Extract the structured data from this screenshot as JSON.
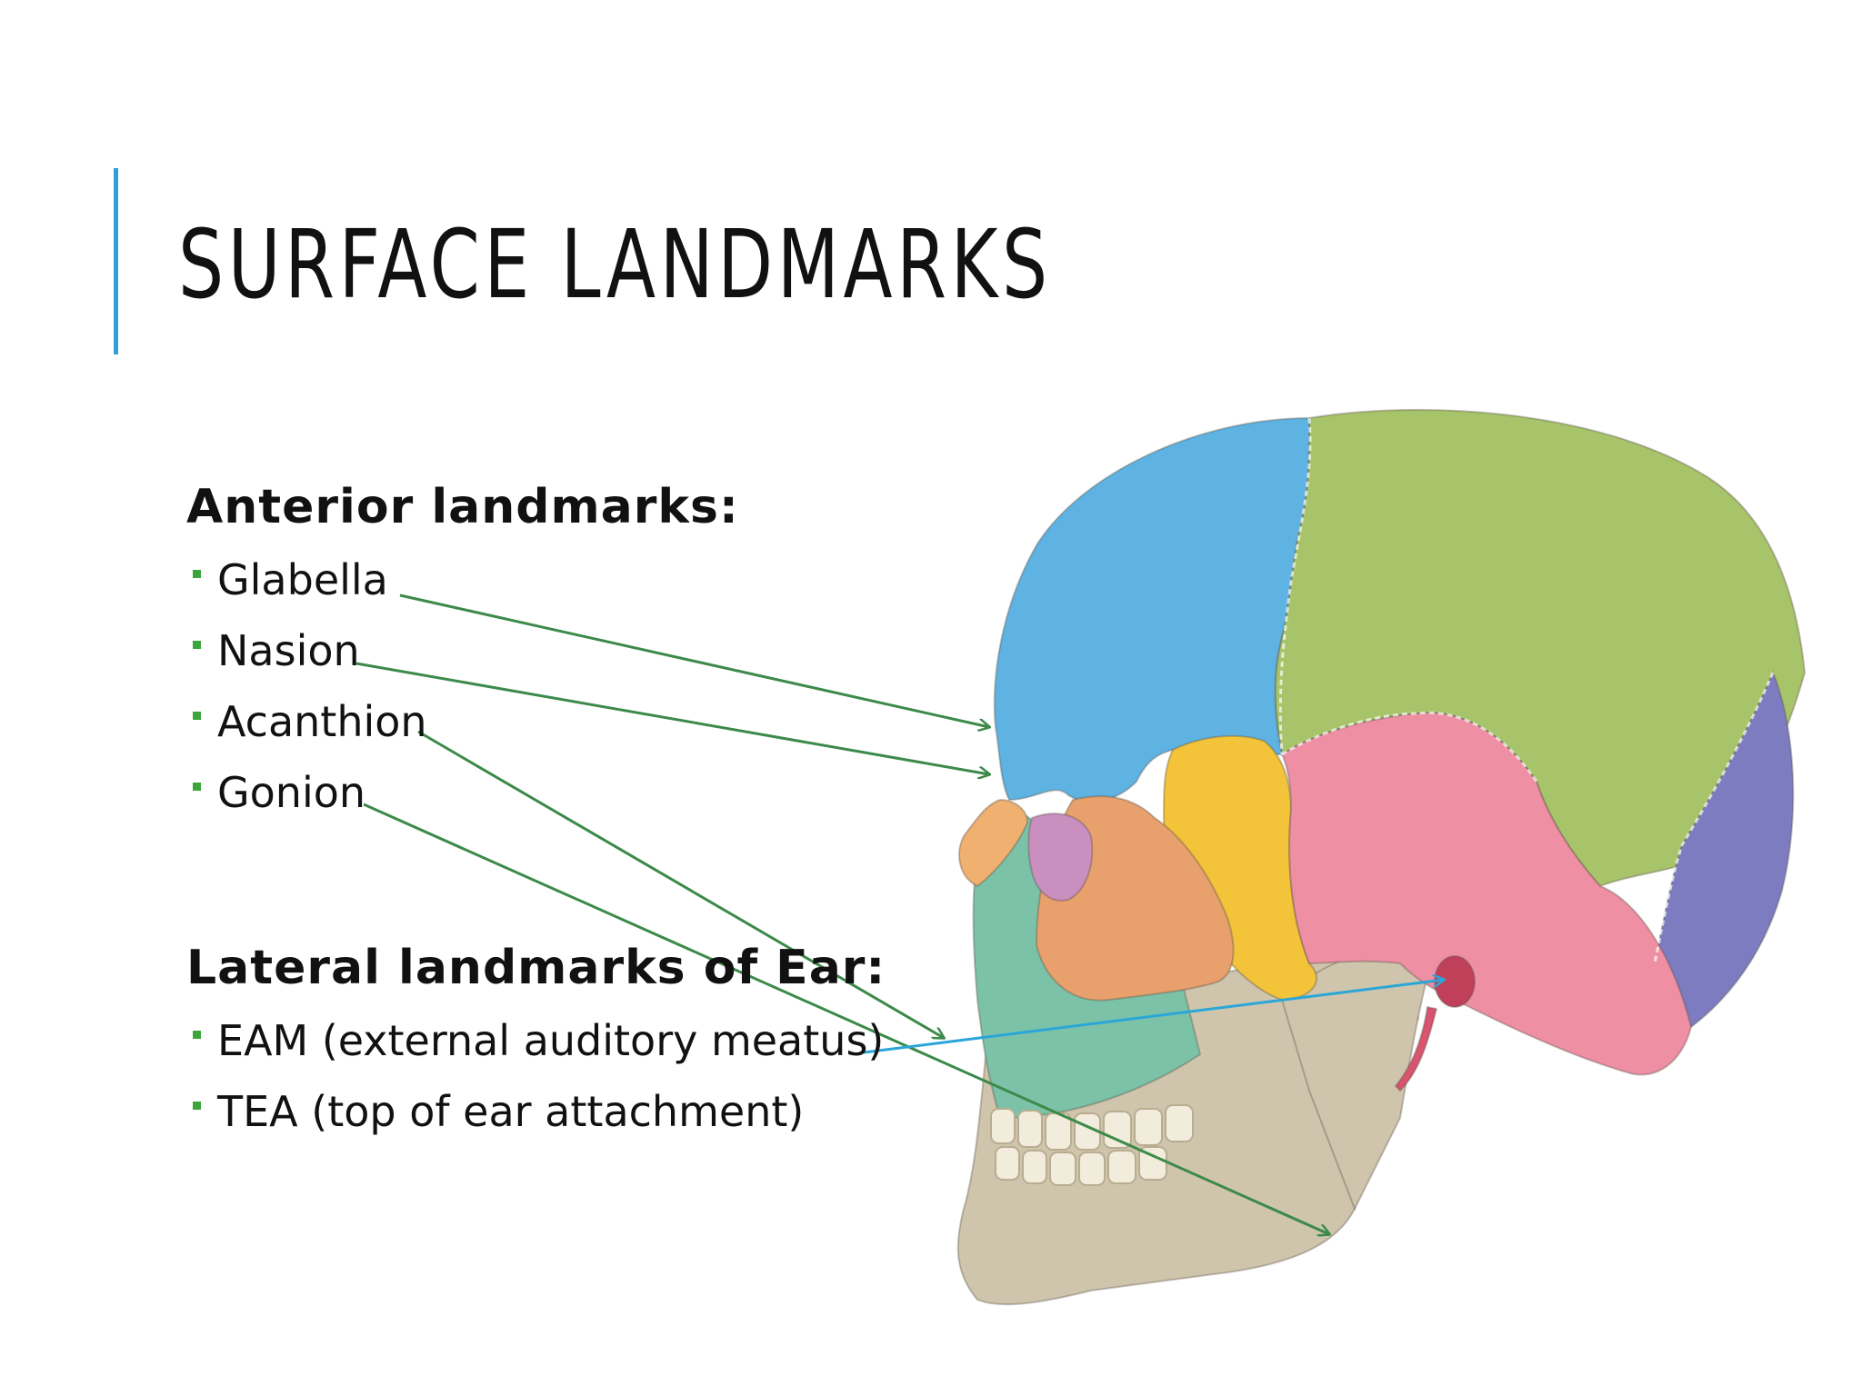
{
  "slide": {
    "title": "SURFACE LANDMARKS",
    "accent_color": "#2f9fd6"
  },
  "anterior": {
    "heading": "Anterior landmarks:",
    "items": [
      "Glabella",
      "Nasion",
      "Acanthion",
      "Gonion"
    ]
  },
  "lateral": {
    "heading": "Lateral landmarks of Ear:",
    "items": [
      "EAM (external auditory meatus)",
      "TEA (top of ear attachment)"
    ]
  },
  "colors": {
    "bullet": "#3aa63a",
    "arrow_green": "#3c8a4a",
    "arrow_blue": "#2aa6d8",
    "frontal_bone": "#5fb3e3",
    "parietal_bone": "#a8c46a",
    "occipital_bone": "#7d7cc0",
    "temporal_bone": "#ee8fa4",
    "sphenoid_bone": "#f3c43a",
    "zygomatic_bone": "#e8a06c",
    "maxilla": "#7cc2a8",
    "mandible": "#cfc5ad",
    "nasal_bone": "#f0b070",
    "lacrimal": "#c98fbf"
  }
}
